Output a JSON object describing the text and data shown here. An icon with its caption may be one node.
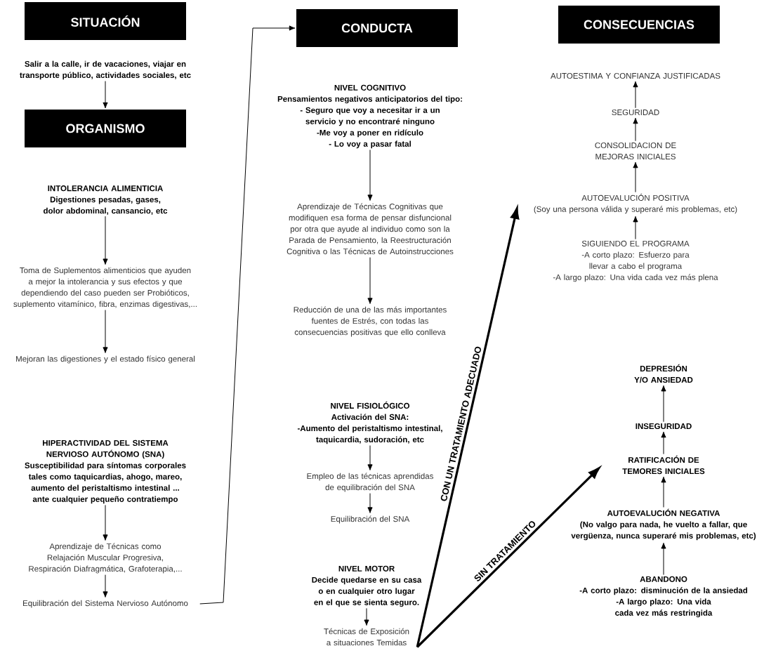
{
  "diagram": {
    "nodes": [
      {
        "text": [
          "SITUACIÓN"
        ]
      },
      {
        "text": [
          "Salir a la calle, ir de vacaciones, viajar en transporte público, actividades sociales, etc"
        ]
      },
      {
        "text": [
          "ORGANISMO"
        ]
      },
      {
        "text": [
          "INTOLERANCIA ALIMENTICIA",
          "Digestiones pesadas, gases, dolor abdominal, cansancio, etc"
        ]
      },
      {
        "text": [
          "Toma de Suplementos alimenticios que ayuden a mejor la intolerancia y sus efectos y que dependiendo del caso pueden ser Probióticos, suplemento vitamínico, fibra, enzimas digestivas,..."
        ]
      },
      {
        "text": [
          "Mejoran las digestiones y el estado físico general"
        ]
      },
      {
        "text": [
          "HIPERACTIVIDAD DEL SISTEMA NERVIOSO AUTÓNOMO (SNA)",
          "Susceptibilidad para síntomas corporales tales como taquicardias, ahogo, mareo, aumento del peristaltismo intestinal ... ante cualquier pequeño contratiempo"
        ]
      },
      {
        "text": [
          "Aprendizaje de Técnicas como Relajación Muscular Progresiva, Respiración Diafragmática, Grafoterapia,..."
        ]
      },
      {
        "text": [
          "Equilibración del Sistema Nervioso Autónomo"
        ]
      },
      {
        "text": [
          "CONDUCTA"
        ]
      },
      {
        "text": [
          "NIVEL COGNITIVO",
          "Pensamientos negativos anticipatorios del tipo:",
          "- Seguro que voy a necesitar ir a un servicio y no encontraré ninguno",
          "-Me voy a poner en ridículo",
          "- Lo voy a pasar fatal"
        ]
      },
      {
        "text": [
          "Aprendizaje de Técnicas Cognitivas que modifiquen esa forma de pensar disfuncional por otra que ayude al individuo como son la Parada de Pensamiento, la Reestructuración Cognitiva o las Técnicas de Autoinstrucciones"
        ]
      },
      {
        "text": [
          "Reducción de una de las más importantes fuentes de Estrés, con todas las consecuencias positivas que ello conlleva"
        ]
      },
      {
        "text": [
          "NIVEL FISIOLÓGICO",
          "Activación del SNA:",
          "-Aumento del peristaltismo intestinal, taquicardia, sudoración, etc"
        ]
      },
      {
        "text": [
          "Empleo de las técnicas aprendidas de equilibración del SNA"
        ]
      },
      {
        "text": [
          "Equilibración del SNA"
        ]
      },
      {
        "text": [
          "NIVEL MOTOR",
          "Decide quedarse en su casa o en cualquier otro lugar en el que se sienta seguro."
        ]
      },
      {
        "text": [
          "Técnicas de Exposición a situaciones Temidas"
        ]
      },
      {
        "text": [
          "CONSECUENCIAS"
        ]
      },
      {
        "text": [
          "AUTOESTIMA Y CONFIANZA JUSTIFICADAS"
        ]
      },
      {
        "text": [
          "SEGURIDAD"
        ]
      },
      {
        "text": [
          "CONSOLIDACION DE MEJORAS INICIALES"
        ]
      },
      {
        "text": [
          "AUTOEVALUCIÓN POSITIVA",
          "(Soy una persona válida y superaré mis problemas, etc)"
        ]
      },
      {
        "text": [
          "SIGUIENDO EL PROGRAMA",
          "-A corto plazo: Esfuerzo para llevar a cabo el programa",
          "-A largo plazo: Una vida cada vez más plena"
        ]
      },
      {
        "text": [
          "DEPRESIÓN Y/O ANSIEDAD"
        ]
      },
      {
        "text": [
          "INSEGURIDAD"
        ]
      },
      {
        "text": [
          "RATIFICACIÓN DE TEMORES INICIALES"
        ]
      },
      {
        "text": [
          "AUTOEVALUCIÓN NEGATIVA",
          "(No valgo para nada, he vuelto a fallar, que vergüenza, nunca superaré mis problemas, etc)"
        ]
      },
      {
        "text": [
          "ABANDONO",
          "-A corto plazo: disminución de la ansiedad",
          "-A largo plazo: Una vida cada vez más restringida"
        ]
      }
    ],
    "edges": [
      {
        "from": 1,
        "to": 2,
        "arrow": "to"
      },
      {
        "from": 3,
        "to": 4,
        "arrow": "to"
      },
      {
        "from": 4,
        "to": 5,
        "arrow": "to"
      },
      {
        "from": 6,
        "to": 7,
        "arrow": "to"
      },
      {
        "from": 7,
        "to": 8,
        "arrow": "to"
      },
      {
        "from": 8,
        "to": 9,
        "arrow": "to"
      },
      {
        "from": 10,
        "to": 11,
        "arrow": "to"
      },
      {
        "from": 11,
        "to": 12,
        "arrow": "to"
      },
      {
        "from": 13,
        "to": 14,
        "arrow": "to"
      },
      {
        "from": 14,
        "to": 15,
        "arrow": "to"
      },
      {
        "from": 16,
        "to": 17,
        "arrow": "to"
      },
      {
        "from": 17,
        "to": 22,
        "arrow": "to",
        "label": "CON UN TRATAMIENTO ADECUADO",
        "style": "thick"
      },
      {
        "from": 17,
        "to": 26,
        "arrow": "to",
        "label": "SIN TRATAMIENTO",
        "style": "thick"
      },
      {
        "from": 20,
        "to": 19,
        "arrow": "to"
      },
      {
        "from": 21,
        "to": 20,
        "arrow": "to"
      },
      {
        "from": 22,
        "to": 21,
        "arrow": "to"
      },
      {
        "from": 23,
        "to": 22,
        "arrow": "to"
      },
      {
        "from": 25,
        "to": 24,
        "arrow": "to"
      },
      {
        "from": 26,
        "to": 25,
        "arrow": "to"
      },
      {
        "from": 27,
        "to": 26,
        "arrow": "to"
      },
      {
        "from": 28,
        "to": 27,
        "arrow": "to"
      }
    ]
  }
}
